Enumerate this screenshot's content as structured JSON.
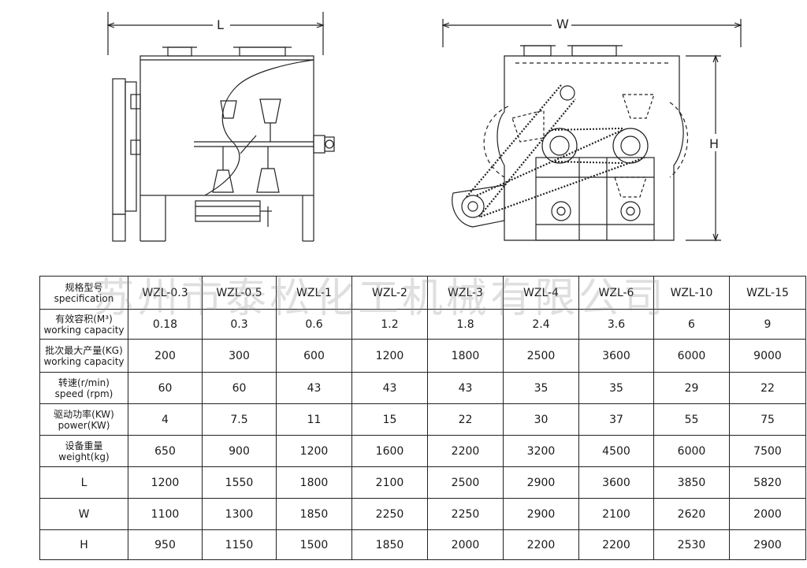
{
  "drawing_labels": {
    "length": "L",
    "width": "W",
    "height": "H"
  },
  "watermark": "苏州市泰松化工机械有限公司",
  "table": {
    "header": {
      "label_cn": "规格型号",
      "label_en": "specification",
      "models": [
        "WZL-0.3",
        "WZL-0.5",
        "WZL-1",
        "WZL-2",
        "WZL-3",
        "WZL-4",
        "WZL-6",
        "WZL-10",
        "WZL-15"
      ]
    },
    "rows": [
      {
        "label_cn": "有效容积(M³)",
        "label_en": "working capacity",
        "values": [
          "0.18",
          "0.3",
          "0.6",
          "1.2",
          "1.8",
          "2.4",
          "3.6",
          "6",
          "9"
        ]
      },
      {
        "label_cn": "批次最大产量(KG)",
        "label_en": "working capacity",
        "values": [
          "200",
          "300",
          "600",
          "1200",
          "1800",
          "2500",
          "3600",
          "6000",
          "9000"
        ]
      },
      {
        "label_cn": "转速(r/min)",
        "label_en": "speed (rpm)",
        "values": [
          "60",
          "60",
          "43",
          "43",
          "43",
          "35",
          "35",
          "29",
          "22"
        ]
      },
      {
        "label_cn": "驱动功率(KW)",
        "label_en": "power(KW)",
        "values": [
          "4",
          "7.5",
          "11",
          "15",
          "22",
          "30",
          "37",
          "55",
          "75"
        ]
      },
      {
        "label_cn": "设备重量",
        "label_en": "weight(kg)",
        "values": [
          "650",
          "900",
          "1200",
          "1600",
          "2200",
          "3200",
          "4500",
          "6000",
          "7500"
        ]
      },
      {
        "label_cn": "L",
        "label_en": "",
        "values": [
          "1200",
          "1550",
          "1800",
          "2100",
          "2500",
          "2900",
          "3600",
          "3850",
          "5820"
        ]
      },
      {
        "label_cn": "W",
        "label_en": "",
        "values": [
          "1100",
          "1300",
          "1850",
          "2250",
          "2250",
          "2900",
          "2100",
          "2620",
          "2000"
        ]
      },
      {
        "label_cn": "H",
        "label_en": "",
        "values": [
          "950",
          "1150",
          "1500",
          "1850",
          "2000",
          "2200",
          "2200",
          "2530",
          "2900"
        ]
      }
    ]
  }
}
